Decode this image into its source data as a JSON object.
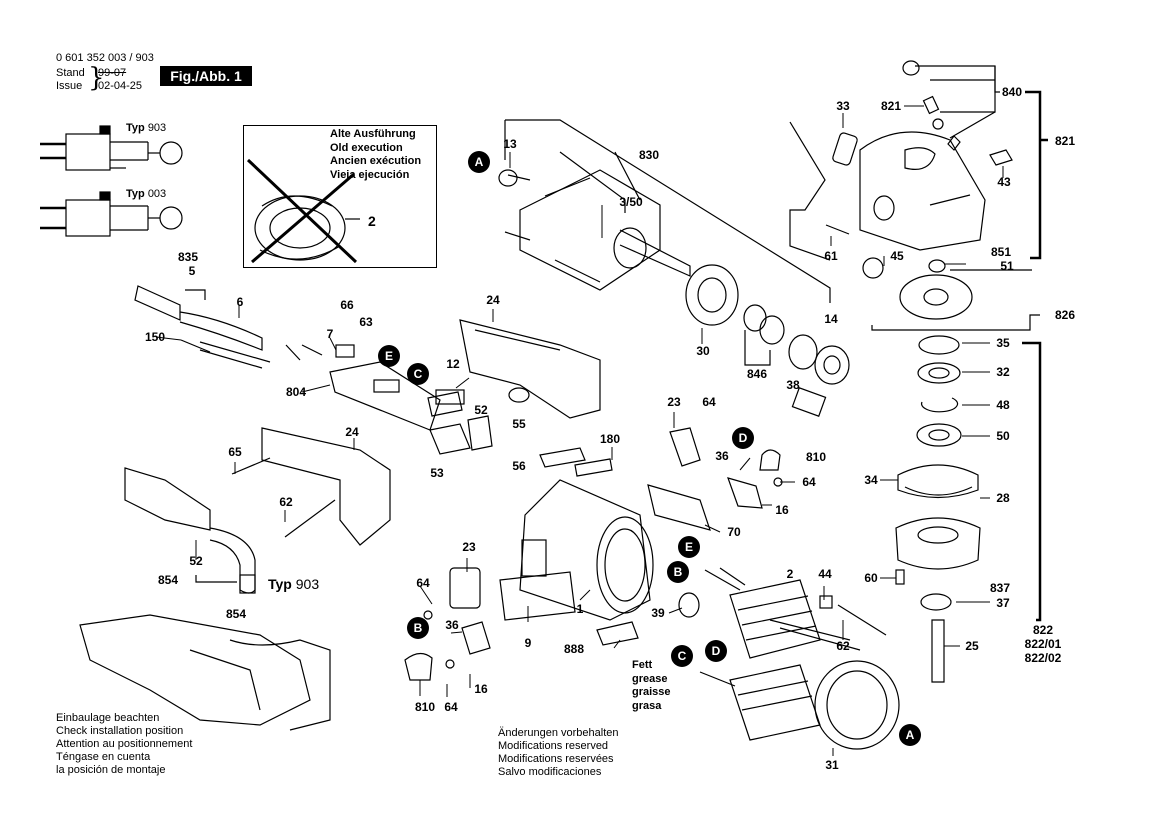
{
  "header": {
    "part_number": "0 601 352 003 / 903",
    "stand_label": "Stand",
    "issue_label": "Issue",
    "old_date": "99-07",
    "date": "02-04-25",
    "figure_label": "Fig./Abb. 1"
  },
  "circuit_typ_903": {
    "prefix": "Typ",
    "value": "903"
  },
  "circuit_typ_003": {
    "prefix": "Typ",
    "value": "003"
  },
  "old_version_box": {
    "lines": [
      "Alte Ausführung",
      "Old execution",
      "Ancien exécution",
      "Vieja ejecución"
    ],
    "part": "2"
  },
  "grease_note": [
    "Fett",
    "grease",
    "graisse",
    "grasa"
  ],
  "typ_903_bottom": {
    "prefix": "Typ",
    "value": "903"
  },
  "installation_note": [
    "Einbaulage beachten",
    "Check installation position",
    "Attention au positionnement",
    "Téngase en cuenta",
    "la posición de montaje"
  ],
  "modifications_note": [
    "Änderungen vorbehalten",
    "Modifications reserved",
    "Modifications reservées",
    "Salvo modificaciones"
  ],
  "parts": [
    {
      "id": "13",
      "label": "13"
    },
    {
      "id": "830",
      "label": "830"
    },
    {
      "id": "3/50",
      "label": "3/50"
    },
    {
      "id": "14",
      "label": "14"
    },
    {
      "id": "30",
      "label": "30"
    },
    {
      "id": "846",
      "label": "846"
    },
    {
      "id": "38",
      "label": "38"
    },
    {
      "id": "33",
      "label": "33"
    },
    {
      "id": "821a",
      "label": "821"
    },
    {
      "id": "840",
      "label": "840"
    },
    {
      "id": "821b",
      "label": "821"
    },
    {
      "id": "43",
      "label": "43"
    },
    {
      "id": "61",
      "label": "61"
    },
    {
      "id": "45",
      "label": "45"
    },
    {
      "id": "851",
      "label": "851"
    },
    {
      "id": "51",
      "label": "51"
    },
    {
      "id": "826",
      "label": "826"
    },
    {
      "id": "35",
      "label": "35"
    },
    {
      "id": "32",
      "label": "32"
    },
    {
      "id": "48",
      "label": "48"
    },
    {
      "id": "50",
      "label": "50"
    },
    {
      "id": "34",
      "label": "34"
    },
    {
      "id": "28",
      "label": "28"
    },
    {
      "id": "60",
      "label": "60"
    },
    {
      "id": "837",
      "label": "837"
    },
    {
      "id": "37",
      "label": "37"
    },
    {
      "id": "822",
      "label": "822"
    },
    {
      "id": "822/01",
      "label": "822/01"
    },
    {
      "id": "822/02",
      "label": "822/02"
    },
    {
      "id": "25",
      "label": "25"
    },
    {
      "id": "835",
      "label": "835"
    },
    {
      "id": "5",
      "label": "5"
    },
    {
      "id": "6",
      "label": "6"
    },
    {
      "id": "150",
      "label": "150"
    },
    {
      "id": "66",
      "label": "66"
    },
    {
      "id": "63",
      "label": "63"
    },
    {
      "id": "7",
      "label": "7"
    },
    {
      "id": "24a",
      "label": "24"
    },
    {
      "id": "12",
      "label": "12"
    },
    {
      "id": "804",
      "label": "804"
    },
    {
      "id": "52a",
      "label": "52"
    },
    {
      "id": "55",
      "label": "55"
    },
    {
      "id": "53",
      "label": "53"
    },
    {
      "id": "24b",
      "label": "24"
    },
    {
      "id": "65",
      "label": "65"
    },
    {
      "id": "62a",
      "label": "62"
    },
    {
      "id": "52b",
      "label": "52"
    },
    {
      "id": "854a",
      "label": "854"
    },
    {
      "id": "854b",
      "label": "854"
    },
    {
      "id": "23a",
      "label": "23"
    },
    {
      "id": "64a",
      "label": "64"
    },
    {
      "id": "180",
      "label": "180"
    },
    {
      "id": "56",
      "label": "56"
    },
    {
      "id": "810a",
      "label": "810"
    },
    {
      "id": "36a",
      "label": "36"
    },
    {
      "id": "64b",
      "label": "64"
    },
    {
      "id": "16a",
      "label": "16"
    },
    {
      "id": "70",
      "label": "70"
    },
    {
      "id": "2",
      "label": "2"
    },
    {
      "id": "44",
      "label": "44"
    },
    {
      "id": "23b",
      "label": "23"
    },
    {
      "id": "64c",
      "label": "64"
    },
    {
      "id": "1",
      "label": "1"
    },
    {
      "id": "9",
      "label": "9"
    },
    {
      "id": "39",
      "label": "39"
    },
    {
      "id": "62b",
      "label": "62"
    },
    {
      "id": "888",
      "label": "888"
    },
    {
      "id": "36b",
      "label": "36"
    },
    {
      "id": "16b",
      "label": "16"
    },
    {
      "id": "810b",
      "label": "810"
    },
    {
      "id": "64d",
      "label": "64"
    },
    {
      "id": "31",
      "label": "31"
    }
  ],
  "callouts": [
    {
      "id": "A1",
      "label": "A"
    },
    {
      "id": "A2",
      "label": "A"
    },
    {
      "id": "B1",
      "label": "B"
    },
    {
      "id": "B2",
      "label": "B"
    },
    {
      "id": "C1",
      "label": "C"
    },
    {
      "id": "C2",
      "label": "C"
    },
    {
      "id": "D1",
      "label": "D"
    },
    {
      "id": "D2",
      "label": "D"
    },
    {
      "id": "E1",
      "label": "E"
    },
    {
      "id": "E2",
      "label": "E"
    }
  ],
  "colors": {
    "ink": "#000000",
    "paper": "#ffffff",
    "callout_fill": "#000000",
    "callout_text": "#ffffff"
  }
}
